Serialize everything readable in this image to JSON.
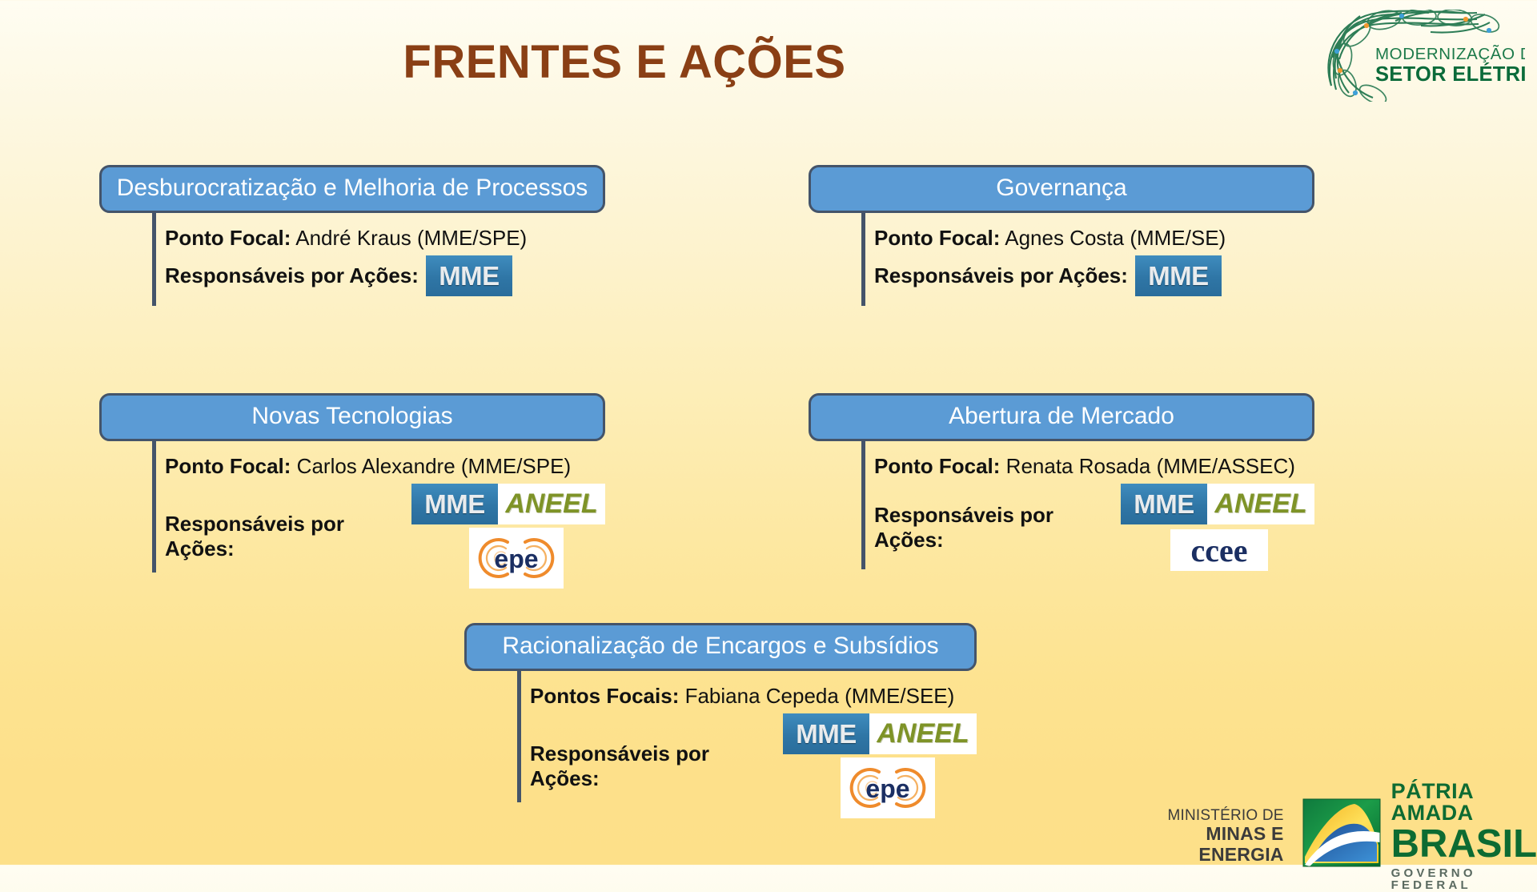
{
  "slide": {
    "title": "FRENTES E AÇÕES",
    "title_color": "#8a3f15",
    "background_top": "#fffdf2",
    "background_bottom": "#fde089"
  },
  "brand_logo": {
    "line1": "MODERNIZAÇÃO DO",
    "line2": "SETOR ELÉTRICO",
    "color": "#1c7a4a"
  },
  "labels": {
    "focal_singular": "Ponto Focal:",
    "focal_plural": "Pontos Focais:",
    "responsible": "Responsáveis por Ações:"
  },
  "logo_names": {
    "mme": "MME",
    "aneel": "ANEEL",
    "ccee": "ccee",
    "epe": "epe"
  },
  "cards": [
    {
      "id": "desburocratizacao",
      "title": "Desburocratização e Melhoria de Processos",
      "focal_label": "Ponto Focal:",
      "focal_name": "André Kraus (MME/SPE)",
      "responsible_label": "Responsáveis por Ações:",
      "logos": [
        "MME"
      ]
    },
    {
      "id": "governanca",
      "title": "Governança",
      "focal_label": "Ponto Focal:",
      "focal_name": "Agnes Costa (MME/SE)",
      "responsible_label": "Responsáveis por Ações:",
      "logos": [
        "MME"
      ]
    },
    {
      "id": "novas-tecnologias",
      "title": "Novas Tecnologias",
      "focal_label": "Ponto Focal:",
      "focal_name": "Carlos Alexandre (MME/SPE)",
      "responsible_label": "Responsáveis por Ações:",
      "logos": [
        "MME",
        "ANEEL",
        "epe"
      ]
    },
    {
      "id": "abertura-de-mercado",
      "title": "Abertura de Mercado",
      "focal_label": "Ponto Focal:",
      "focal_name": "Renata Rosada (MME/ASSEC)",
      "responsible_label": "Responsáveis por Ações:",
      "logos": [
        "MME",
        "ANEEL",
        "ccee"
      ]
    },
    {
      "id": "racionalizacao",
      "title": "Racionalização de Encargos e Subsídios",
      "focal_label": "Pontos Focais:",
      "focal_name": "Fabiana Cepeda (MME/SEE)",
      "responsible_label": "Responsáveis por Ações:",
      "logos": [
        "MME",
        "ANEEL",
        "epe"
      ]
    }
  ],
  "footer": {
    "ministry_line1": "MINISTÉRIO DE",
    "ministry_line2": "MINAS E ENERGIA",
    "brasil_line1": "PÁTRIA AMADA",
    "brasil_line2": "BRASIL",
    "brasil_line3": "GOVERNO FEDERAL"
  },
  "colors": {
    "card_header_bg": "#5b9bd5",
    "card_header_border": "#44546a",
    "connector": "#44546a",
    "mme_blue": "#2f76a6",
    "aneel_green": "#7e9327",
    "ccee_navy": "#1b2f63",
    "epe_orange": "#ef8b2c",
    "epe_navy": "#1b2f63",
    "brasil_green": "#0d6b32"
  }
}
